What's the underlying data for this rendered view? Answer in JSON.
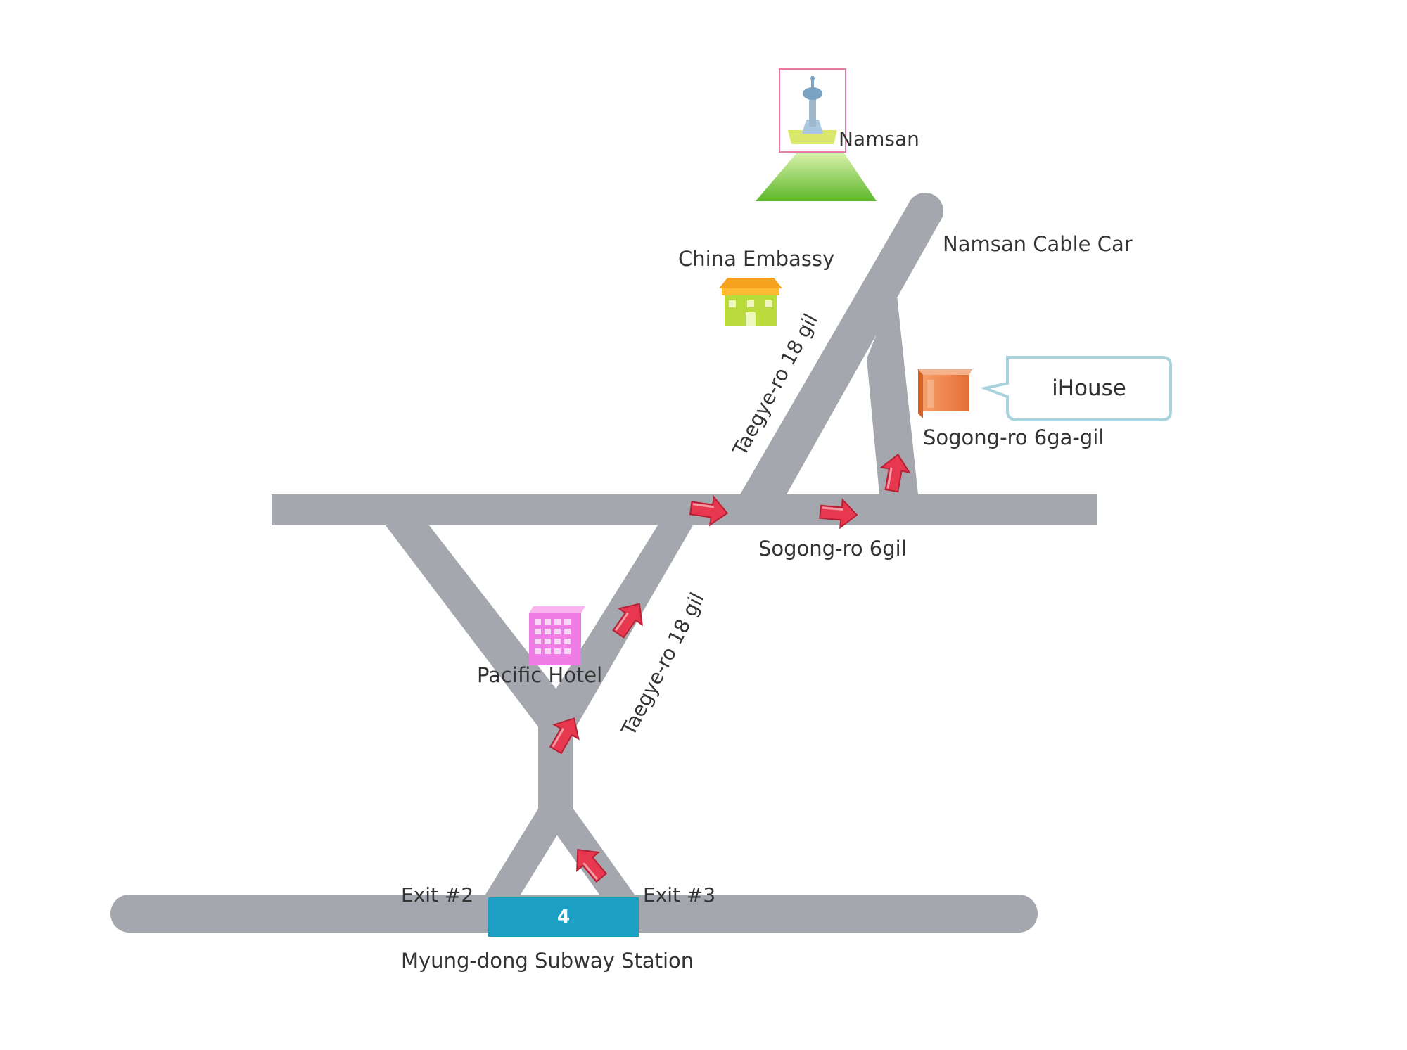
{
  "map": {
    "landmarks": {
      "namsan": "Namsan",
      "cable_car": "Namsan Cable Car",
      "embassy": "China Embassy",
      "ihouse": "iHouse",
      "pacific_hotel": "Pacific Hotel"
    },
    "roads": {
      "taegye_upper": "Taegye-ro 18 gil",
      "taegye_lower": "Taegye-ro 18 gil",
      "sogong_6gil": "Sogong-ro 6gil",
      "sogong_6ga": "Sogong-ro 6ga-gil"
    },
    "station": {
      "line_number": "4",
      "exit_2": "Exit #2",
      "exit_3": "Exit #3",
      "name": "Myung-dong Subway Station"
    },
    "colors": {
      "road": "#a4a8ae",
      "arrow": "#e8384f",
      "station_box": "#1b9fc4",
      "mountain": "#6cc332",
      "embassy_roof": "#f6a21f",
      "embassy_body": "#b9dc3c",
      "hotel": "#f07de6",
      "ihouse_building": "#f0894a",
      "callout_border": "#a8d3dc"
    },
    "icons": [
      "tower-icon",
      "mountain-icon",
      "embassy-building-icon",
      "hotel-building-icon",
      "ihouse-building-icon",
      "direction-arrow-icon"
    ]
  }
}
